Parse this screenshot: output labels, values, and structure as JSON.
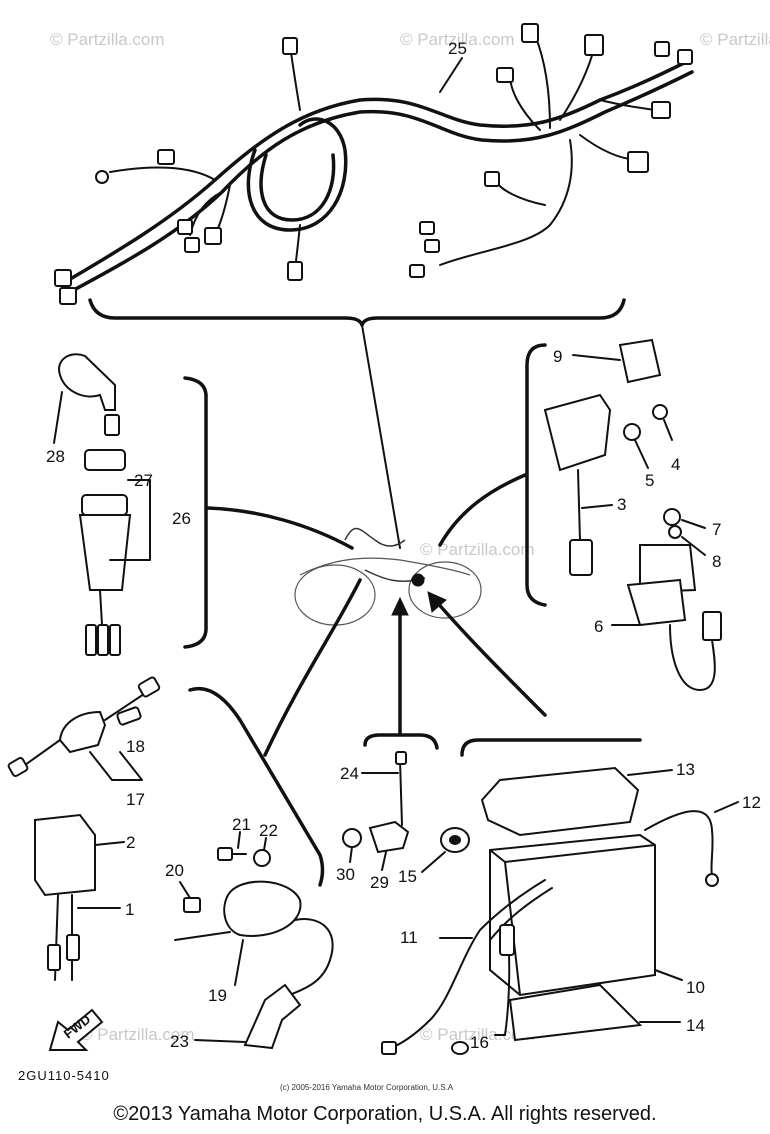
{
  "watermark": "© Partzilla.com",
  "part_labels": [
    "1",
    "2",
    "3",
    "4",
    "5",
    "6",
    "7",
    "8",
    "9",
    "10",
    "11",
    "12",
    "13",
    "14",
    "15",
    "16",
    "17",
    "18",
    "19",
    "20",
    "21",
    "22",
    "23",
    "24",
    "25",
    "26",
    "27",
    "28",
    "29",
    "30"
  ],
  "diagram_code": "2GU110-5410",
  "fwd_label": "FWD",
  "small_copyright": "(c) 2005-2016 Yamaha Motor Corporation, U.S.A",
  "footer_copyright": "©2013 Yamaha Motor Corporation, U.S.A. All rights reserved."
}
